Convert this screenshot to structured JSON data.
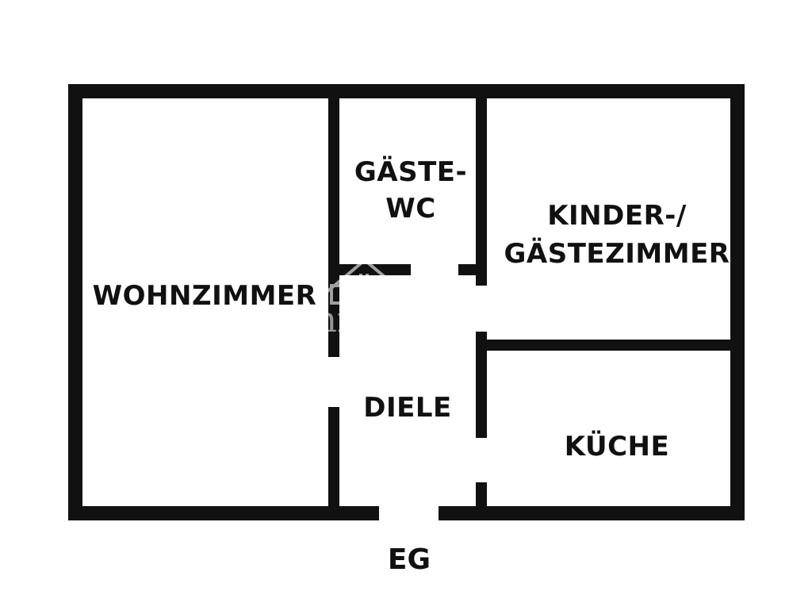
{
  "plan": {
    "floor": "EG",
    "wall_color": "#111111",
    "rooms": {
      "wohnzimmer": "WOHNZIMMER",
      "gaeste_wc_line1": "GÄSTE-",
      "gaeste_wc_line2": "WC",
      "kinder_line1": "KINDER-/",
      "kinder_line2": "GÄSTEZIMMER",
      "diele": "DIELE",
      "kueche": "KÜCHE"
    }
  },
  "watermark": {
    "text": "ohne-makler",
    "icons": [
      "house-icon",
      "tree-icon"
    ]
  }
}
